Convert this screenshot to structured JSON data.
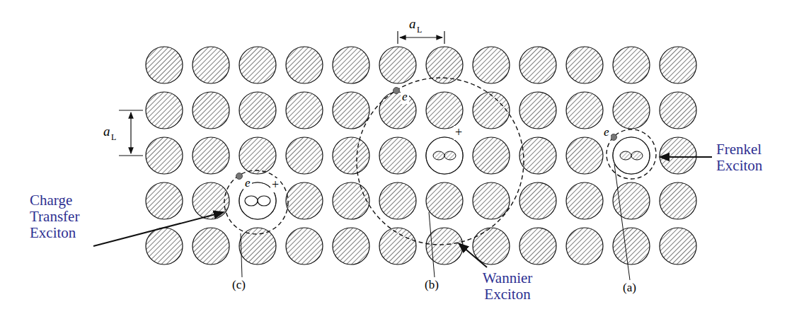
{
  "diagram": {
    "labels": [
      "a",
      "L",
      "a",
      "L",
      "e",
      "+",
      "e",
      "e",
      "+",
      "Charge Transfer Exciton",
      "Wannier Exciton",
      "(c)",
      "(b)",
      "(a)",
      "Frenkel Exciton"
    ]
  }
}
